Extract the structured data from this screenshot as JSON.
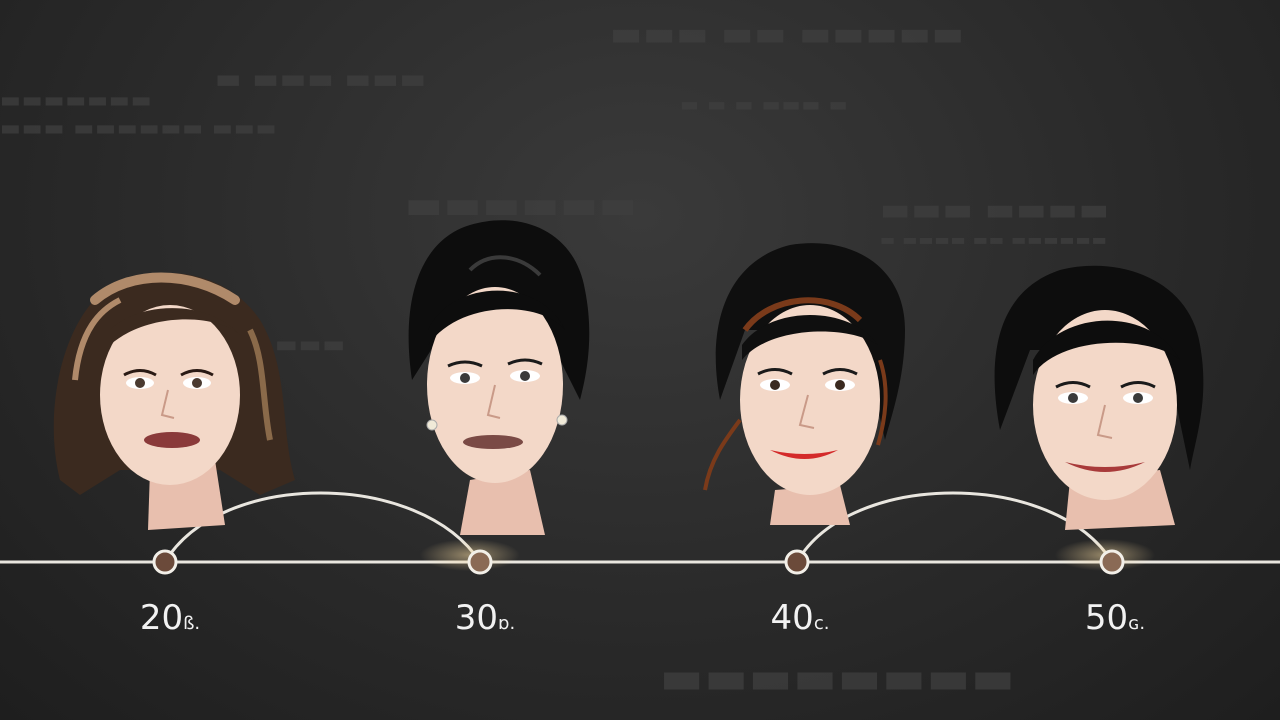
{
  "timeline": {
    "stages": [
      {
        "label": "20",
        "suffix": "ß.",
        "hair": "#3b2a1f",
        "highlight": "#b08a6a",
        "lip": "#8a3a3a"
      },
      {
        "label": "30",
        "suffix": "ɒ.",
        "hair": "#0d0d0d",
        "highlight": "#2a2a2a",
        "lip": "#7a4a45"
      },
      {
        "label": "40",
        "suffix": "c.",
        "hair": "#0f0f0f",
        "highlight": "#7a3a1a",
        "lip": "#d42a2a"
      },
      {
        "label": "50",
        "suffix": "ɢ.",
        "hair": "#0d0d0d",
        "highlight": "#2a2a2a",
        "lip": "#a83a3a"
      }
    ],
    "colors": {
      "line": "#e9e6df",
      "node_fill": "#6b4a3a",
      "glow": "#f5d9a0",
      "skin": "#f3d8c8",
      "skin_shade": "#e8bfae"
    }
  }
}
